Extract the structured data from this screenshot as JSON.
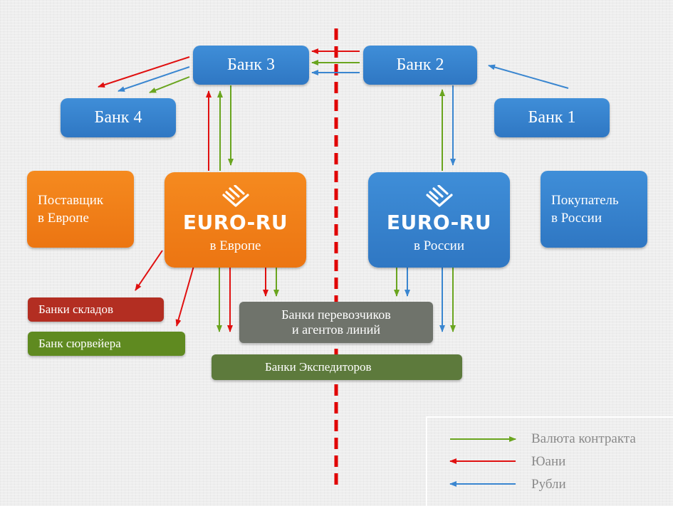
{
  "banks": {
    "bank3": "Банк 3",
    "bank2": "Банк 2",
    "bank4": "Банк 4",
    "bank1": "Банк 1"
  },
  "parties": {
    "supplier_line1": "Поставщик",
    "supplier_line2": "в Европе",
    "buyer_line1": "Покупатель",
    "buyer_line2": "в России"
  },
  "euro_ru": {
    "brand": "EURO-RU",
    "europe_label": "в Европе",
    "russia_label": "в России"
  },
  "service_banks": {
    "warehouses": "Банки складов",
    "surveyor": "Банк сюрвейера",
    "carriers_line1": "Банки  перевозчиков",
    "carriers_line2": "и агентов линий",
    "forwarders": "Банки  Экспедиторов"
  },
  "legend": {
    "contract_currency": "Валюта контракта",
    "yuan": "Юани",
    "rubles": "Рубли"
  },
  "colors": {
    "contract_currency": "#6aa51f",
    "yuan": "#e01010",
    "rubles": "#3a86d0",
    "divider": "#e00000",
    "bank_blue": "#3583cc",
    "euro_orange": "#f07d18",
    "warehouses_bank": "#b32e22",
    "surveyor_bank": "#5f8a20",
    "carriers_bank": "#6f736b",
    "forwarders_bank": "#5d7a3c"
  }
}
